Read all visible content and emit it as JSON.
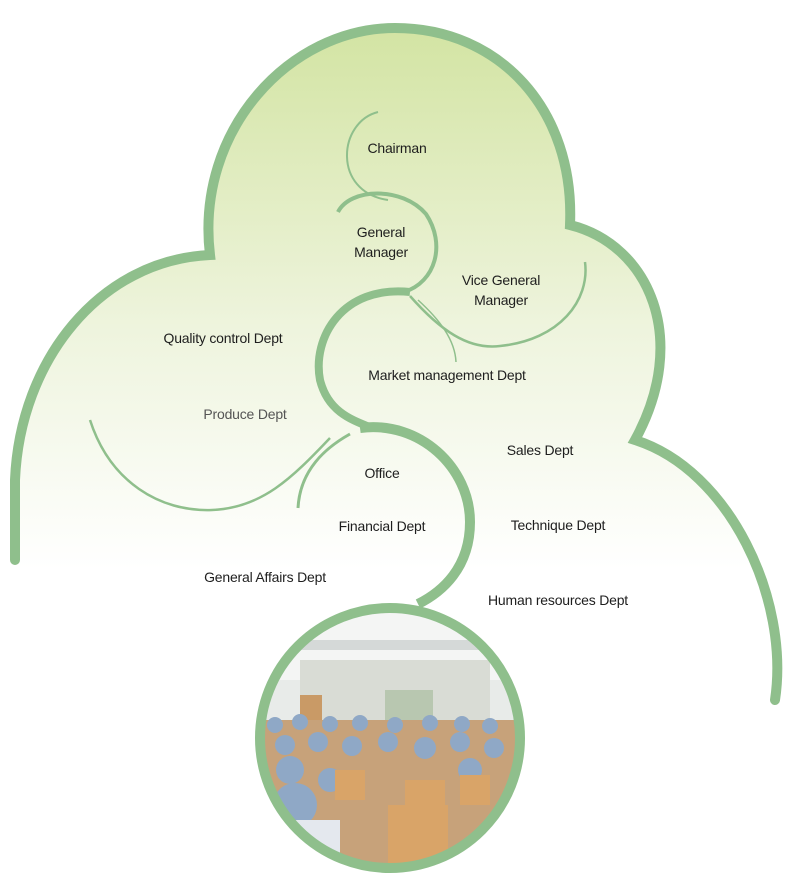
{
  "diagram": {
    "type": "organization-chart",
    "nodes": {
      "chairman": "Chairman",
      "general_manager": [
        "General",
        "Manager"
      ],
      "vice_general_manager": [
        "Vice General",
        "Manager"
      ],
      "quality_control": "Quality control Dept",
      "market_management": "Market management Dept",
      "produce": "Produce Dept",
      "sales": "Sales Dept",
      "office": "Office",
      "financial": "Financial Dept",
      "technique": "Technique Dept",
      "general_affairs": "General Affairs Dept",
      "human_resources": "Human resources Dept"
    }
  },
  "colors": {
    "border": "#8fbf8c",
    "fill_top": "#d3e4a3",
    "fill_bottom": "#ffffff",
    "text": "#1e1e1e"
  }
}
